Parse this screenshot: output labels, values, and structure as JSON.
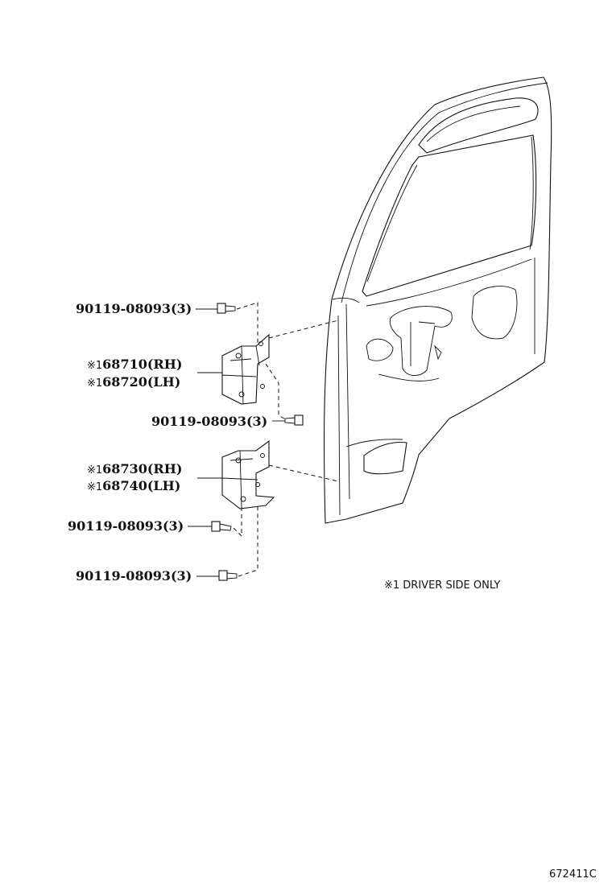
{
  "labels": {
    "bolt_upper": "90119-08093(3)",
    "hinge_upper_rh": "68710(RH)",
    "hinge_upper_lh": "68720(LH)",
    "bolt_mid": "90119-08093(3)",
    "hinge_lower_rh": "68730(RH)",
    "hinge_lower_lh": "68740(LH)",
    "bolt_lower_a": "90119-08093(3)",
    "bolt_lower_b": "90119-08093(3)"
  },
  "markers": {
    "driver_only": "※1"
  },
  "note": "※1 DRIVER SIDE ONLY",
  "illustration_code": "672411C"
}
